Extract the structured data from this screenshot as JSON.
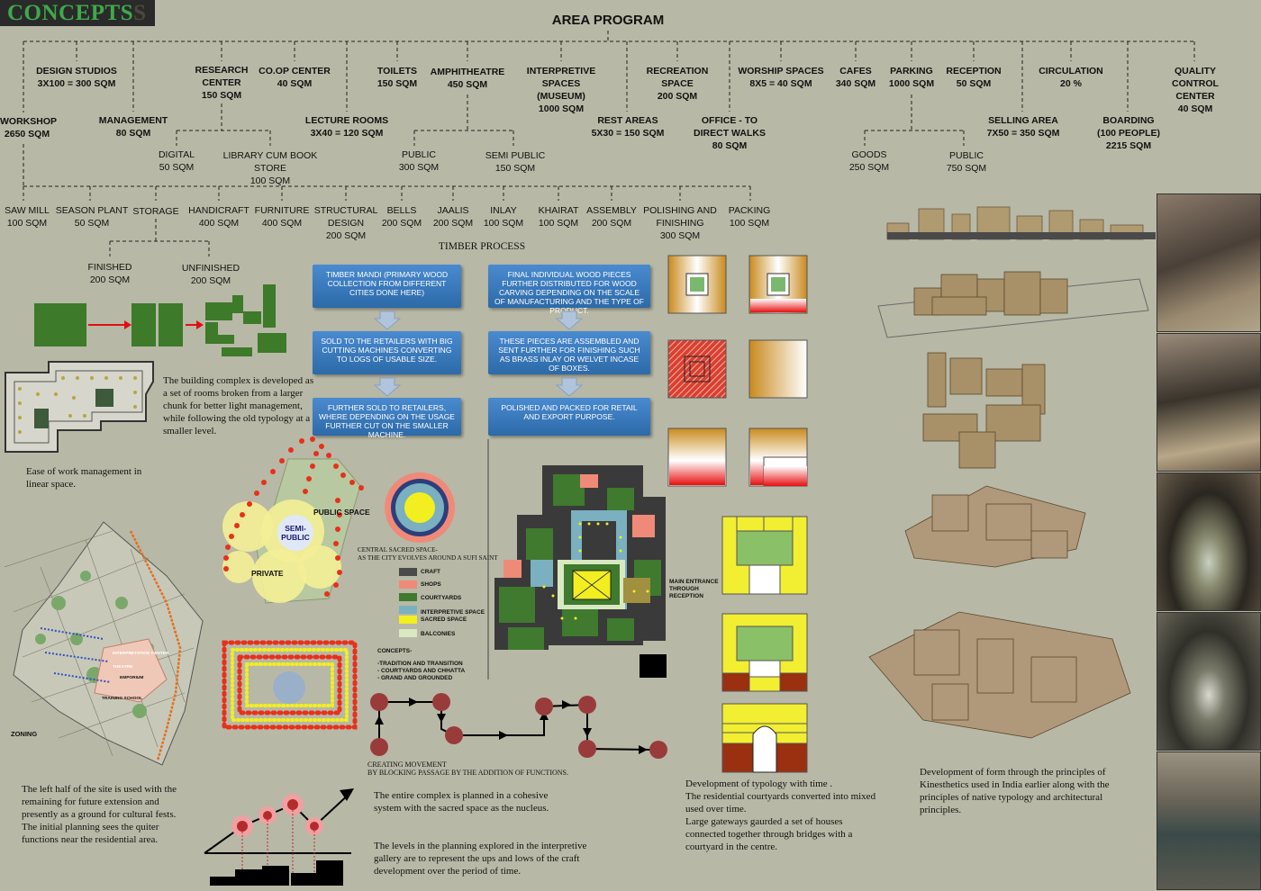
{
  "banner": {
    "title": "CONCEPTS",
    "ghost": "S"
  },
  "header": {
    "title": "AREA PROGRAM"
  },
  "top_nodes": [
    {
      "label": "WORKSHOP",
      "area": "2650 SQM"
    },
    {
      "label": "DESIGN STUDIOS",
      "area": "3X100 = 300 SQM"
    },
    {
      "label": "MANAGEMENT",
      "area": "80 SQM"
    },
    {
      "label": "RESEARCH\nCENTER",
      "area": "150 SQM"
    },
    {
      "label": "CO.OP CENTER",
      "area": "40 SQM"
    },
    {
      "label": "LECTURE ROOMS",
      "area": "3X40 = 120 SQM"
    },
    {
      "label": "TOILETS",
      "area": "150 SQM"
    },
    {
      "label": "AMPHITHEATRE",
      "area": "450 SQM"
    },
    {
      "label": "INTERPRETIVE SPACES\n(MUSEUM)",
      "area": "1000 SQM"
    },
    {
      "label": "REST AREAS",
      "area": "5X30 = 150 SQM"
    },
    {
      "label": "RECREATION\nSPACE",
      "area": "200 SQM"
    },
    {
      "label": "OFFICE - TO\nDIRECT WALKS",
      "area": "80 SQM"
    },
    {
      "label": "WORSHIP SPACES",
      "area": "8X5 = 40 SQM"
    },
    {
      "label": "CAFES",
      "area": "340 SQM"
    },
    {
      "label": "PARKING",
      "area": "1000 SQM"
    },
    {
      "label": "RECEPTION",
      "area": "50 SQM"
    },
    {
      "label": "SELLING AREA",
      "area": "7X50 = 350 SQM"
    },
    {
      "label": "CIRCULATION",
      "area": "20 %"
    },
    {
      "label": "BOARDING\n(100 PEOPLE)",
      "area": "2215 SQM"
    },
    {
      "label": "QUALITY CONTROL\nCENTER",
      "area": "40 SQM"
    }
  ],
  "sub_nodes": [
    {
      "label": "DIGITAL",
      "area": "50 SQM"
    },
    {
      "label": "LIBRARY CUM BOOK STORE",
      "area": "100 SQM"
    },
    {
      "label": "PUBLIC",
      "area": "300 SQM"
    },
    {
      "label": "SEMI PUBLIC",
      "area": "150 SQM"
    },
    {
      "label": "GOODS",
      "area": "250 SQM"
    },
    {
      "label": "PUBLIC",
      "area": "750 SQM"
    }
  ],
  "workshop_nodes": [
    {
      "label": "SAW MILL",
      "area": "100 SQM"
    },
    {
      "label": "SEASON PLANT",
      "area": "50 SQM"
    },
    {
      "label": "STORAGE",
      "area": ""
    },
    {
      "label": "HANDICRAFT",
      "area": "400 SQM"
    },
    {
      "label": "FURNITURE",
      "area": "400 SQM"
    },
    {
      "label": "STRUCTURAL\nDESIGN",
      "area": "200 SQM"
    },
    {
      "label": "BELLS",
      "area": "200 SQM"
    },
    {
      "label": "JAALIS",
      "area": "200 SQM"
    },
    {
      "label": "INLAY",
      "area": "100 SQM"
    },
    {
      "label": "KHAIRAT",
      "area": "100 SQM"
    },
    {
      "label": "ASSEMBLY",
      "area": "200 SQM"
    },
    {
      "label": "POLISHING AND\nFINISHING",
      "area": "300 SQM"
    },
    {
      "label": "PACKING",
      "area": "100 SQM"
    },
    {
      "label": "FINISHED",
      "area": "200 SQM"
    },
    {
      "label": "UNFINISHED",
      "area": "200 SQM"
    }
  ],
  "timber": {
    "title": "TIMBER PROCESS",
    "steps": [
      "TIMBER MANDI (PRIMARY WOOD COLLECTION FROM DIFFERENT CITIES DONE HERE)",
      "SOLD TO THE RETAILERS WITH BIG CUTTING MACHINES CONVERTING TO LOGS OF USABLE SIZE.",
      "FURTHER SOLD TO RETAILERS, WHERE DEPENDING ON THE USAGE FURTHER CUT ON THE SMALLER MACHINE.",
      "FINAL INDIVIDUAL WOOD PIECES FURTHER DISTRIBUTED FOR WOOD CARVING DEPENDING ON THE SCALE OF MANUFACTURING AND THE TYPE OF PRODUCT.",
      "THESE PIECES ARE ASSEMBLED AND SENT FURTHER FOR FINISHING SUCH AS BRASS INLAY OR WELVET INCASE OF BOXES.",
      "POLISHED AND PACKED FOR RETAIL AND EXPORT PURPOSE."
    ]
  },
  "notes": {
    "building": "The building complex is developed as a set of rooms broken from a larger chunk for better light management, while following the old typology at a smaller level.",
    "ease": "Ease of work management in linear space.",
    "left_half": "The left half of the site is used with the remaining for future extension and presently as a ground for cultural fests.\nThe initial planning sees the quiter functions near the residential area.",
    "cohesive": "The entire complex is planned in a cohesive system with the sacred space as the nucleus.",
    "levels": "The levels in the planning explored in the interpretive gallery are to represent the ups and lows of the craft development over the period of time.",
    "typology": "Development of typology with time .\nThe residential courtyards converted into mixed used over time.\nLarge gateways gaurded a set of houses connected together through bridges with  a courtyard in the centre.",
    "form": "Development of form through the principles of Kinesthetics used in India earlier along with the principles of native typology and architectural principles."
  },
  "labels": {
    "public_space": "PUBLIC SPACE",
    "semi_public": "SEMI-\nPUBLIC",
    "private": "PRIVATE",
    "central": "CENTRAL SACRED SPACE-\nAS THE CITY EVOLVES AROUND A SUFI SAINT",
    "zoning": "ZONING",
    "main_entrance": "MAIN ENTRANCE\nTHROUGH\nRECEPTION",
    "movement": "CREATING MOVEMENT\nBY BLOCKING PASSAGE BY THE ADDITION OF FUNCTIONS.",
    "concepts_title": "CONCEPTS-",
    "concepts": "-TRADITION AND TRANSITION\n- COURTYARDS AND CHHATTA\n- GRAND AND GROUNDED",
    "map": [
      "INTERPRETATION CENTER",
      "THEATRE",
      "EMPORIUM",
      "TRAINING SCHOOL"
    ]
  },
  "legend": [
    {
      "label": "CRAFT",
      "color": "#4a4a4a"
    },
    {
      "label": "SHOPS",
      "color": "#f08a78"
    },
    {
      "label": "COURTYARDS",
      "color": "#3f7a2e"
    },
    {
      "label": "INTERPRETIVE SPACE",
      "color": "#7ab0c0"
    },
    {
      "label": "SACRED SPACE",
      "color": "#f2ee20"
    },
    {
      "label": "BALCONIES",
      "color": "#d8e8c0"
    }
  ],
  "colors": {
    "green": "#3d7a2a",
    "red": "#d93a1c",
    "yellow": "#f2ee32",
    "ochre": "#c98a1e",
    "maroon": "#9a3b2a"
  }
}
